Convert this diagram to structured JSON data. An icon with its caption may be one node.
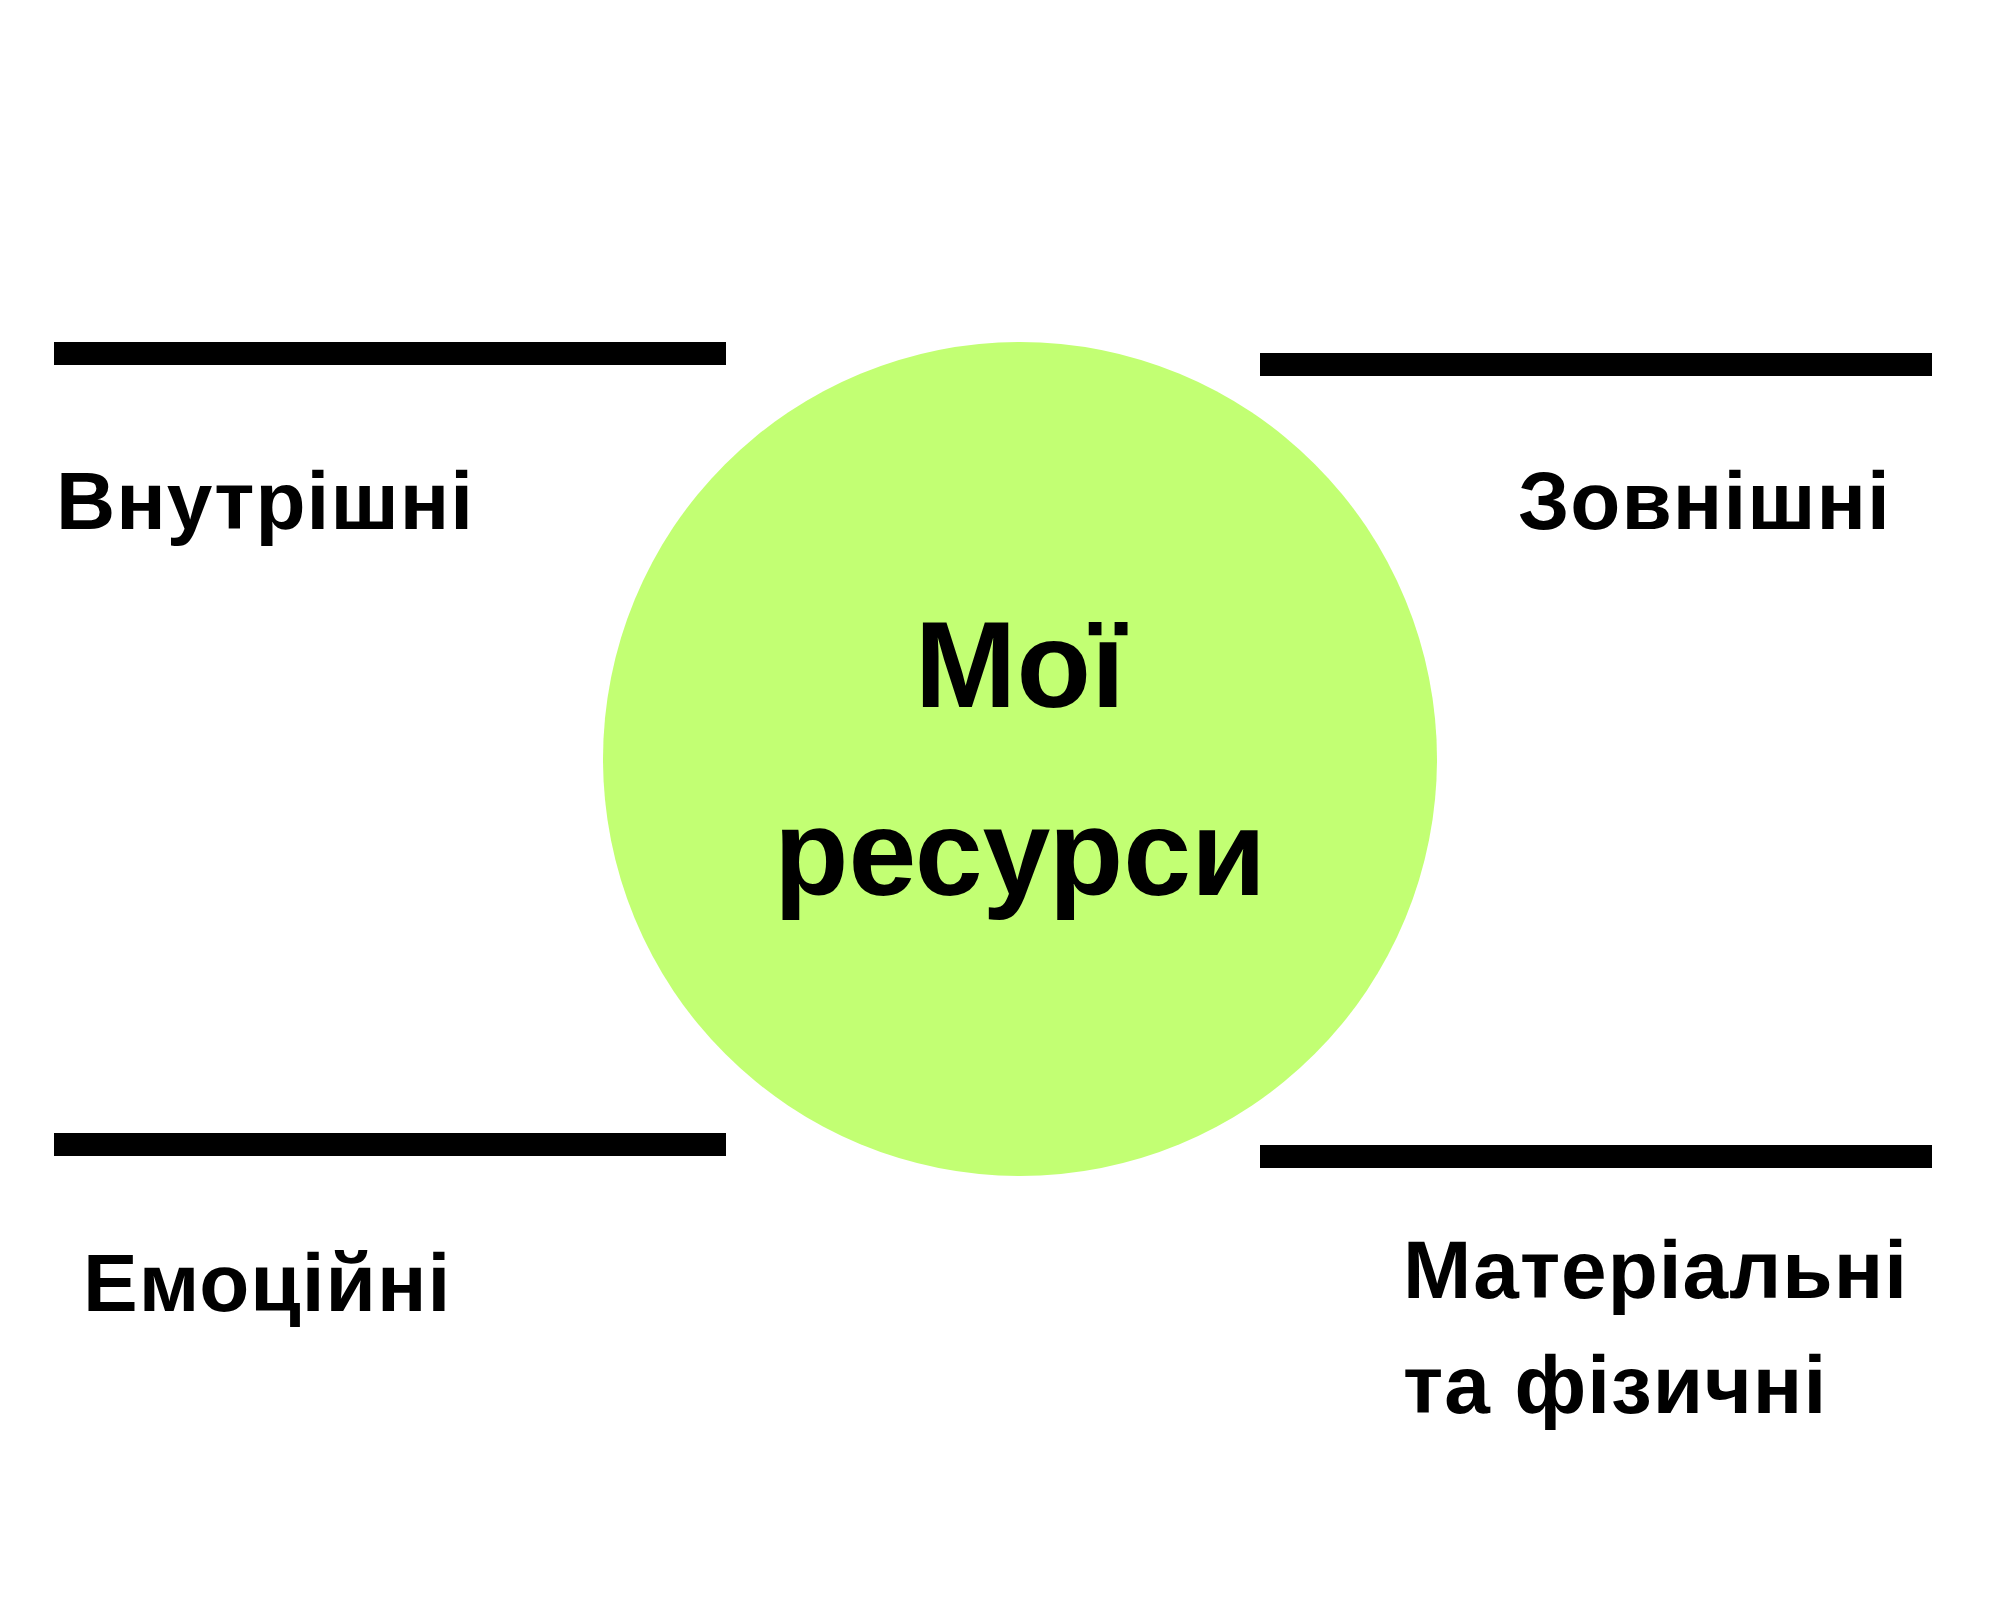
{
  "diagram": {
    "nodes": [
      {
        "text": [
          "Мої ресурси"
        ]
      },
      {
        "text": [],
        "shape": "bar"
      },
      {
        "text": [],
        "shape": "bar"
      },
      {
        "text": [],
        "shape": "bar"
      },
      {
        "text": [],
        "shape": "bar"
      }
    ],
    "labels": [
      "Внутрішні",
      "Зовнішні",
      "Емоційні",
      "Матеріальні та фізичні"
    ]
  }
}
